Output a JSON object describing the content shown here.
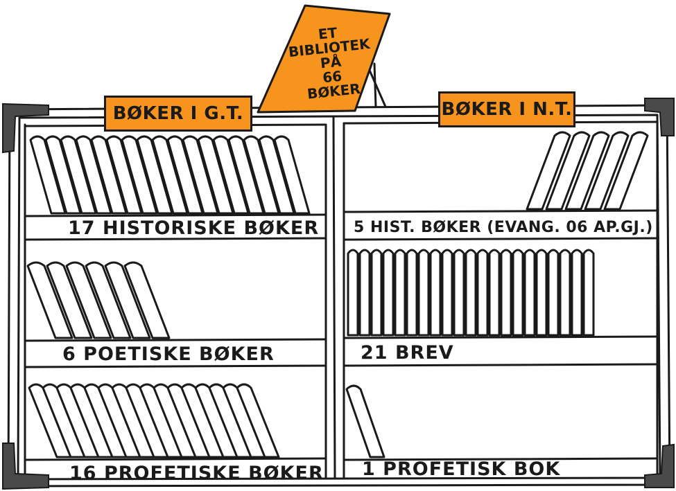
{
  "colors": {
    "orange": "#f7941d",
    "ink": "#1a1a1a",
    "corner": "#4a4a4a"
  },
  "poster": {
    "lines": [
      "ET",
      "BIBLIOTEK",
      "PÅ",
      "66",
      "BØKER"
    ]
  },
  "headers": {
    "ot": "BØKER I G.T.",
    "nt": "BØKER I N.T."
  },
  "shelves": [
    {
      "label": "17 HISTORISKE BØKER",
      "books": 17
    },
    {
      "label": "5 HIST. BØKER (EVANG. 06 AP.GJ.)",
      "books": 5
    },
    {
      "label": "6 POETISKE BØKER",
      "books": 6
    },
    {
      "label": "21 BREV",
      "books": 21
    },
    {
      "label": "16 PROFETISKE BØKER",
      "books": 16
    },
    {
      "label": "1 PROFETISK BOK",
      "books": 1
    }
  ]
}
